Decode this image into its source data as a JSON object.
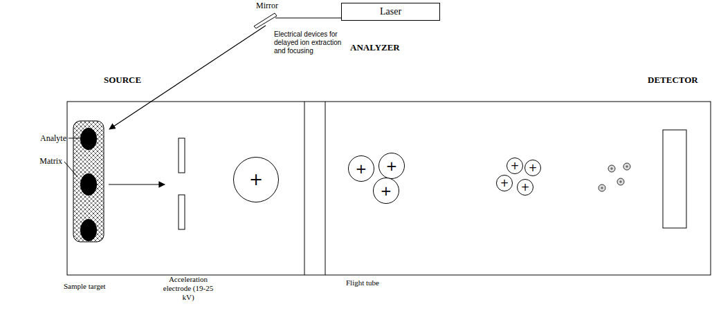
{
  "diagram": {
    "nodes": [
      {
        "text": [
          "Mirror"
        ]
      },
      {
        "text": [
          "Laser"
        ]
      },
      {
        "text": [
          "+"
        ]
      },
      {
        "text": [
          "+"
        ]
      },
      {
        "text": [
          "+"
        ]
      },
      {
        "text": [
          "+"
        ]
      },
      {
        "text": [
          "+"
        ]
      },
      {
        "text": [
          "+"
        ]
      },
      {
        "text": [
          "+"
        ]
      },
      {
        "text": [
          "+"
        ]
      }
    ],
    "edges": [
      {
        "from": 0,
        "to": 1,
        "arrow": "none"
      }
    ],
    "labels": [
      "Electrical devices for delayed ion extraction and focusing",
      "ANALYZER",
      "SOURCE",
      "DETECTOR",
      "Analyte",
      "Matrix",
      "Sample target",
      "Acceleration electrode (19-25 kV)",
      "Flight tube"
    ]
  }
}
